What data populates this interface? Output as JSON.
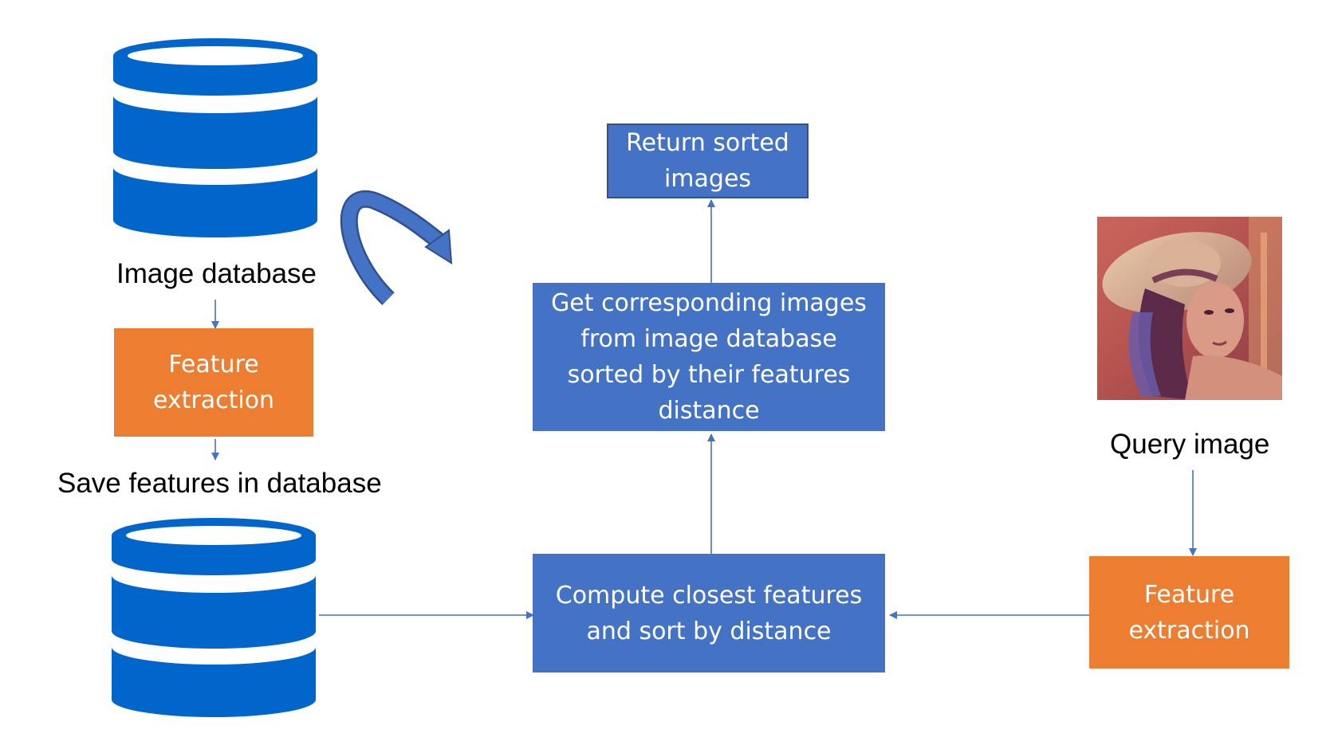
{
  "labels": {
    "image_database": "Image database",
    "save_features": "Save features in database",
    "query_image": "Query image"
  },
  "boxes": {
    "feature_extraction_left": "Feature\nextraction",
    "feature_extraction_right": "Feature\nextraction",
    "return_sorted": "Return sorted\nimages",
    "get_corresponding": "Get corresponding images\nfrom image database\nsorted by their features\ndistance",
    "compute_closest": "Compute closest features\nand sort by distance"
  },
  "icons": {
    "database_top": "database-icon",
    "database_bottom": "database-icon",
    "curved_arrow": "curved-arrow-icon",
    "query_photo": "portrait-photo"
  },
  "colors": {
    "database": "#0066cc",
    "orange_box": "#ed7d31",
    "blue_box": "#4472c4",
    "connector": "#4472c4",
    "curved_arrow": "#4472c4"
  }
}
